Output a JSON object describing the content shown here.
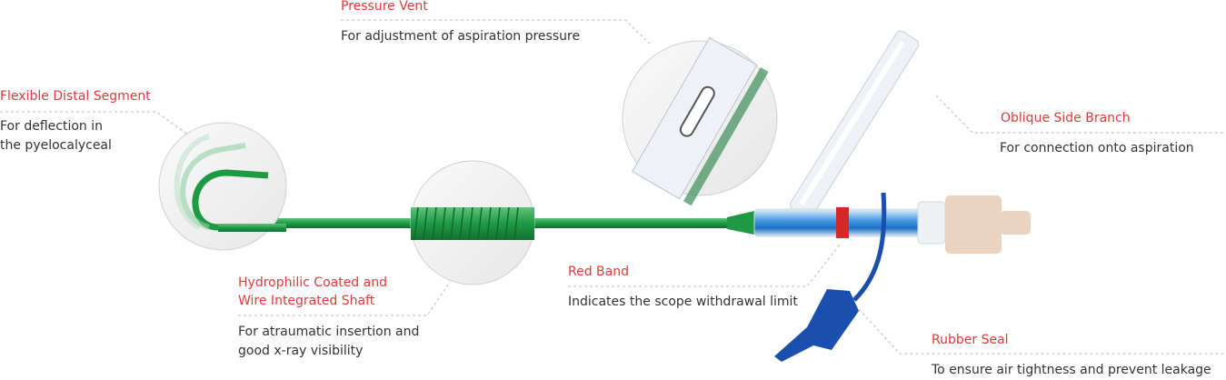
{
  "colors": {
    "title": "#e03a3a",
    "text": "#333333",
    "shaft": "#1f9a44",
    "tube": "#2a7fd4",
    "band": "#d9262a",
    "cap": "#1a4fb0",
    "connector": "#ecd3bf"
  },
  "callouts": {
    "pressure_vent": {
      "title": "Pressure Vent",
      "desc": "For adjustment of aspiration pressure"
    },
    "flexible_distal": {
      "title": "Flexible Distal Segment",
      "desc_lines": [
        "For deflection in",
        "the pyelocalyceal"
      ]
    },
    "oblique_branch": {
      "title": "Oblique Side Branch",
      "desc": "For connection onto aspiration"
    },
    "hydrophilic": {
      "title_lines": [
        "Hydrophilic Coated and",
        "Wire Integrated Shaft"
      ],
      "desc_lines": [
        "For atraumatic insertion and",
        "good x-ray visibility"
      ]
    },
    "red_band": {
      "title": "Red Band",
      "desc": "Indicates the scope withdrawal limit"
    },
    "rubber_seal": {
      "title": "Rubber Seal",
      "desc": "To ensure air tightness and prevent leakage"
    }
  }
}
